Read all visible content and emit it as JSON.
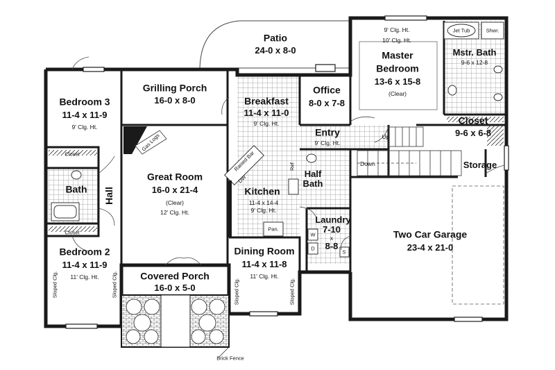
{
  "rooms": {
    "patio": {
      "name": "Patio",
      "dim": "24-0 x 8-0"
    },
    "master_bedroom": {
      "name1": "Master",
      "name2": "Bedroom",
      "dim": "13-6 x 15-8",
      "note": "(Clear)",
      "clg1": "9' Clg. Ht.",
      "clg2": "10' Clg. Ht."
    },
    "mstr_bath": {
      "name": "Mstr. Bath",
      "dim": "9-6 x 12-8",
      "jet_tub": "Jet Tub",
      "shower": "Shwr."
    },
    "closet_master": {
      "name": "Closet",
      "dim": "9-6 x 6-8"
    },
    "bedroom3": {
      "name": "Bedroom 3",
      "dim": "11-4 x 11-9",
      "clg": "9' Clg. Ht."
    },
    "grilling_porch": {
      "name": "Grilling Porch",
      "dim": "16-0 x 8-0"
    },
    "breakfast": {
      "name": "Breakfast",
      "dim": "11-4 x 11-0",
      "clg": "9' Clg. Ht."
    },
    "office": {
      "name": "Office",
      "dim": "8-0 x 7-8"
    },
    "entry": {
      "name": "Entry",
      "clg": "9' Clg. Ht."
    },
    "great_room": {
      "name": "Great Room",
      "dim": "16-0 x 21-4",
      "note": "(Clear)",
      "clg": "12' Clg. Ht.",
      "gas_logs": "Gas Logs"
    },
    "kitchen": {
      "name": "Kitchen",
      "dim": "11-4 x 14-4",
      "clg": "9' Clg. Ht.",
      "raised_bar": "Raised Bar",
      "dw": "DW",
      "ref": "Ref",
      "pan": "Pan."
    },
    "half_bath": {
      "name1": "Half",
      "name2": "Bath"
    },
    "laundry": {
      "name": "Laundry",
      "dim1": "7-10",
      "dim2": "x",
      "dim3": "8-8",
      "w": "W",
      "d": "D",
      "s": "S"
    },
    "two_car_garage": {
      "name": "Two Car Garage",
      "dim": "23-4 x 21-0"
    },
    "storage": {
      "name": "Storage"
    },
    "bath": {
      "name": "Bath"
    },
    "hall": {
      "name": "Hall"
    },
    "closet_b3": {
      "name": "Closet"
    },
    "closet_b2": {
      "name": "Closet"
    },
    "bedroom2": {
      "name": "Bedroom 2",
      "dim": "11-4 x 11-9",
      "clg": "11' Clg. Ht.",
      "sloped": "Sloped Clg."
    },
    "covered_porch": {
      "name": "Covered Porch",
      "dim": "16-0 x 5-0"
    },
    "dining_room": {
      "name": "Dining Room",
      "dim": "11-4 x 11-8",
      "clg": "11' Clg. Ht.",
      "sloped": "Sloped Clg."
    }
  },
  "stairs": {
    "up": "Up",
    "down": "Down"
  },
  "callout": {
    "brick_fence": "Brick Fence"
  },
  "colors": {
    "wall": "#1a1a1a",
    "line": "#444444",
    "tile": "#9a9a9a",
    "background": "#ffffff"
  }
}
